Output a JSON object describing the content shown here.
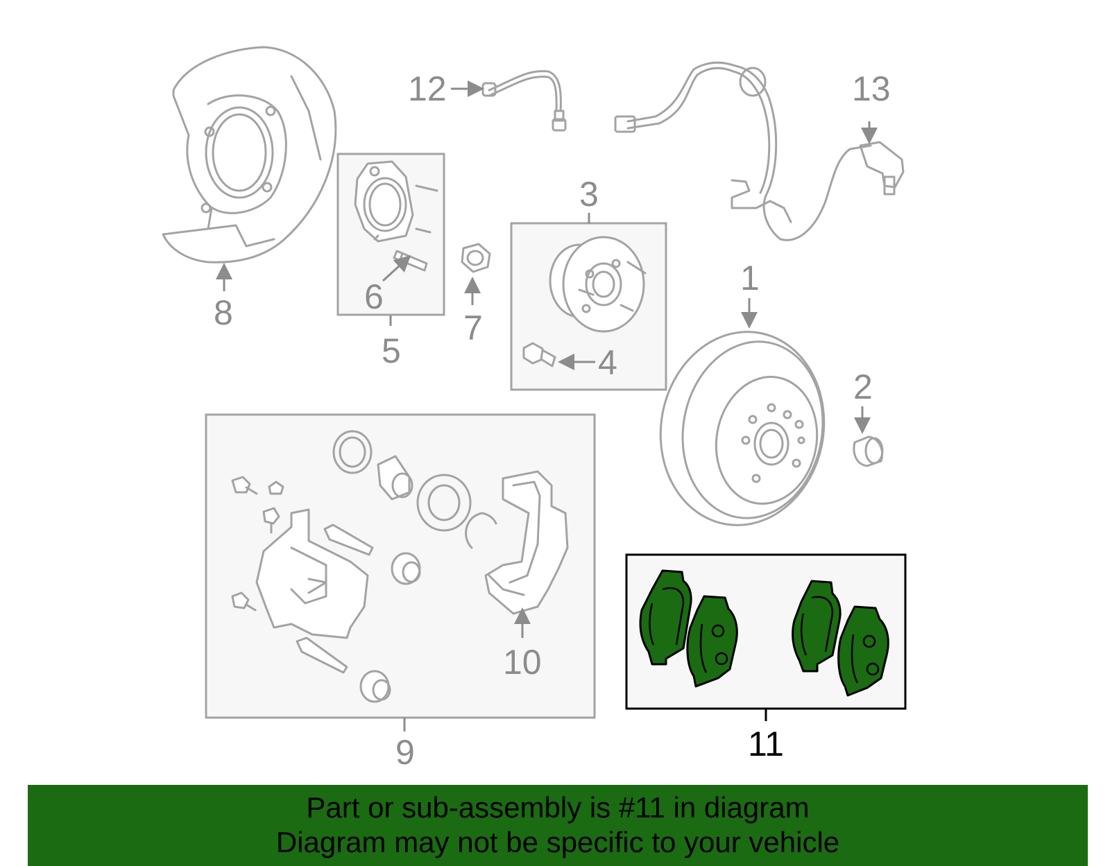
{
  "diagram": {
    "callouts": {
      "c1": "1",
      "c2": "2",
      "c3": "3",
      "c4": "4",
      "c5": "5",
      "c6": "6",
      "c7": "7",
      "c8": "8",
      "c9": "9",
      "c10": "10",
      "c11": "11",
      "c12": "12",
      "c13": "13"
    },
    "highlight_color": "#1b6b12",
    "outline_color": "#a3a3a3"
  },
  "banner": {
    "line1": "Part or sub-assembly is #11 in diagram",
    "line2": "Diagram may not be specific to your vehicle",
    "background": "#1b6b12"
  }
}
